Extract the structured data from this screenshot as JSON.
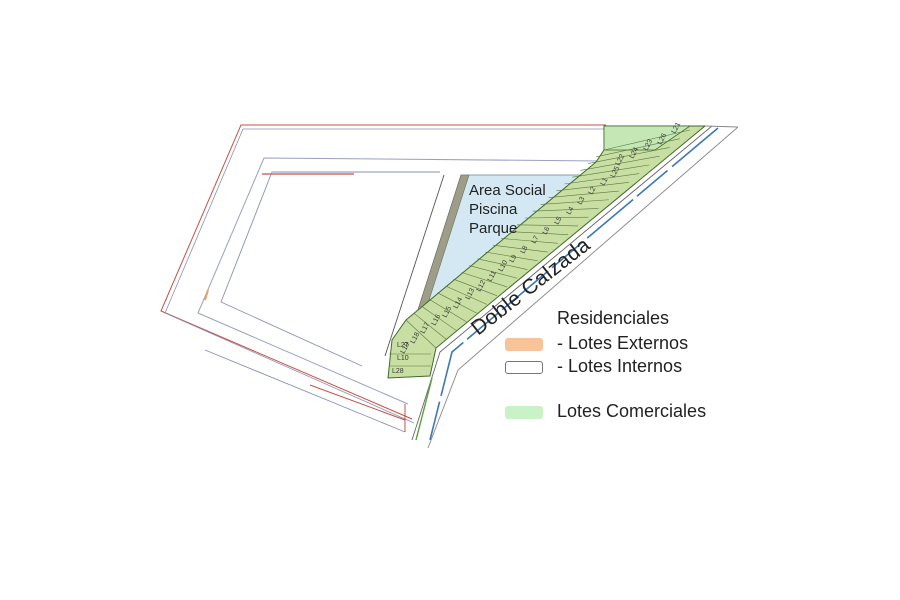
{
  "map": {
    "area_social_lines": [
      "Area Social",
      "Piscina",
      "Parque"
    ],
    "road_label": "Doble Calzada",
    "lots": [
      {
        "id": "L21"
      },
      {
        "id": "L26"
      },
      {
        "id": "L23"
      },
      {
        "id": "L24"
      },
      {
        "id": "L22"
      },
      {
        "id": "L25"
      },
      {
        "id": "L1"
      },
      {
        "id": "L2"
      },
      {
        "id": "L3"
      },
      {
        "id": "L4"
      },
      {
        "id": "L5"
      },
      {
        "id": "L6"
      },
      {
        "id": "L7"
      },
      {
        "id": "L8"
      },
      {
        "id": "L9"
      },
      {
        "id": "L10"
      },
      {
        "id": "L11"
      },
      {
        "id": "L12"
      },
      {
        "id": "L13"
      },
      {
        "id": "L14"
      },
      {
        "id": "L15"
      },
      {
        "id": "L16"
      },
      {
        "id": "L17"
      },
      {
        "id": "L18"
      },
      {
        "id": "L19"
      },
      {
        "id": "L27"
      },
      {
        "id": "L10"
      },
      {
        "id": "L28"
      }
    ]
  },
  "legend": {
    "heading": "Residenciales",
    "externos": "- Lotes Externos",
    "internos": "- Lotes Internos",
    "comerciales": "Lotes Comerciales"
  },
  "colors": {
    "externos": "#f7c49a",
    "internos": "#ffffff",
    "comerciales": "#c9f2c6",
    "commercial_strip": "#c8dea3",
    "area_social": "#d3e8f2",
    "road_stripe": "#3d78b8"
  }
}
